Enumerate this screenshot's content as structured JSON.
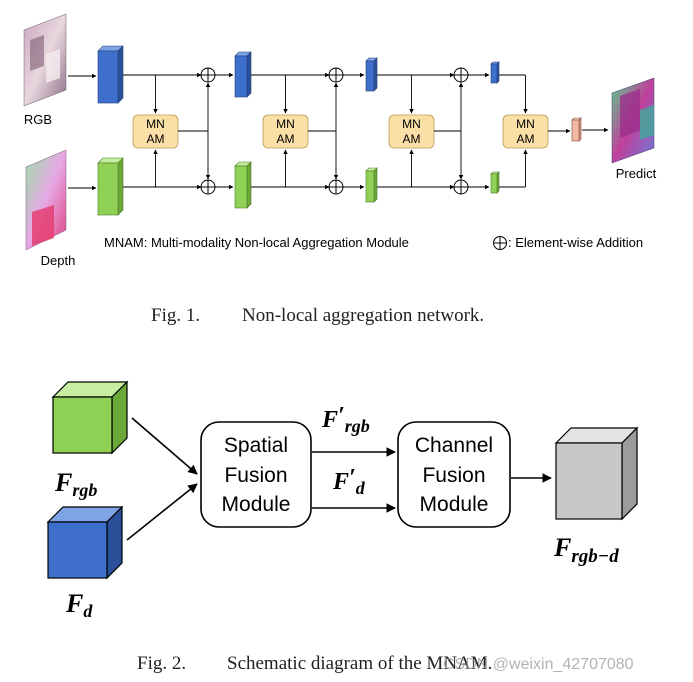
{
  "fig1": {
    "inputs": {
      "rgb_label": "RGB",
      "depth_label": "Depth"
    },
    "mnam_line1": "MN",
    "mnam_line2": "AM",
    "output_label": "Predict",
    "legend_mnam": "MNAM: Multi-modality Non-local Aggregation Module",
    "legend_add": ": Element-wise Addition",
    "caption_num": "Fig. 1.",
    "caption_text": "Non-local aggregation network."
  },
  "fig2": {
    "inputs": {
      "rgb_base": "F",
      "rgb_sub": "rgb",
      "d_base": "F",
      "d_sub": "d"
    },
    "sfm": {
      "line1": "Spatial",
      "line2": "Fusion",
      "line3": "Module"
    },
    "cfm": {
      "line1": "Channel",
      "line2": "Fusion",
      "line3": "Module"
    },
    "mid": {
      "rgb_base": "F",
      "rgb_prime": "′",
      "rgb_sub": "rgb",
      "d_base": "F",
      "d_prime": "′",
      "d_sub": "d"
    },
    "output": {
      "base": "F",
      "sub": "rgb−d"
    },
    "caption_num": "Fig. 2.",
    "caption_text": "Schematic diagram of the MNAM.",
    "watermark": "CSDN @weixin_42707080"
  },
  "colors": {
    "blue": "#3f6fcc",
    "green": "#8fd155",
    "gray": "#c8c8c8",
    "mnam_fill": "#fbe0a6"
  }
}
